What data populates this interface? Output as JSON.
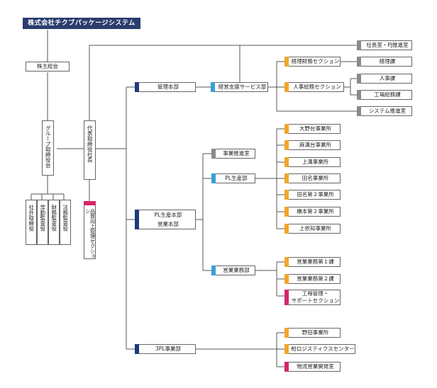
{
  "company": "株式会社チクブパッケージシステム",
  "colors": {
    "navy": "#1f3a7a",
    "blue": "#3aa0d8",
    "gray": "#8a8a8a",
    "orange": "#f2a52a",
    "magenta": "#d6266b",
    "line": "#555555"
  },
  "left": {
    "shareholders": "株主総会",
    "group_board": "グループ取締役会",
    "representative": "代表取締役社長",
    "quality": "品質向上管理セクション",
    "auditors": [
      "社外取締役",
      "常勤監査役",
      "財務監査役",
      "法務監査役"
    ]
  },
  "headquarters": {
    "management": "管理本部",
    "pl_production": "PL生産本部",
    "sales_hq": "営業本部",
    "three_pl": "3PL事業部"
  },
  "departments": {
    "business_support": "経営支援サービス部",
    "business_promo": "事業推進室",
    "pl_production": "PL生産部",
    "sales_dept": "営業業務部"
  },
  "sections": {
    "president_office": "社長室・PJ推進室",
    "accounting_finance": "経理財務セクション",
    "hr_general": "人事総務セクション",
    "accounting": "経理課",
    "hr": "人事課",
    "factory_general": "工場総務課",
    "system_promo": "システム推進室"
  },
  "plants": [
    "大野台事業所",
    "麻溝台事業所",
    "上溝事業所",
    "田名事業所",
    "田名第２事業所",
    "橋本第２事業所",
    "上依知事業所"
  ],
  "sales_sections": {
    "sales1": "営業業務第１課",
    "sales2": "営業業務第２課",
    "process_line1": "工程管理・",
    "process_line2": "サポートセクション"
  },
  "three_pl_units": [
    "野田事業所",
    "柏ロジスティクスセンター",
    "物流営業開発室"
  ]
}
